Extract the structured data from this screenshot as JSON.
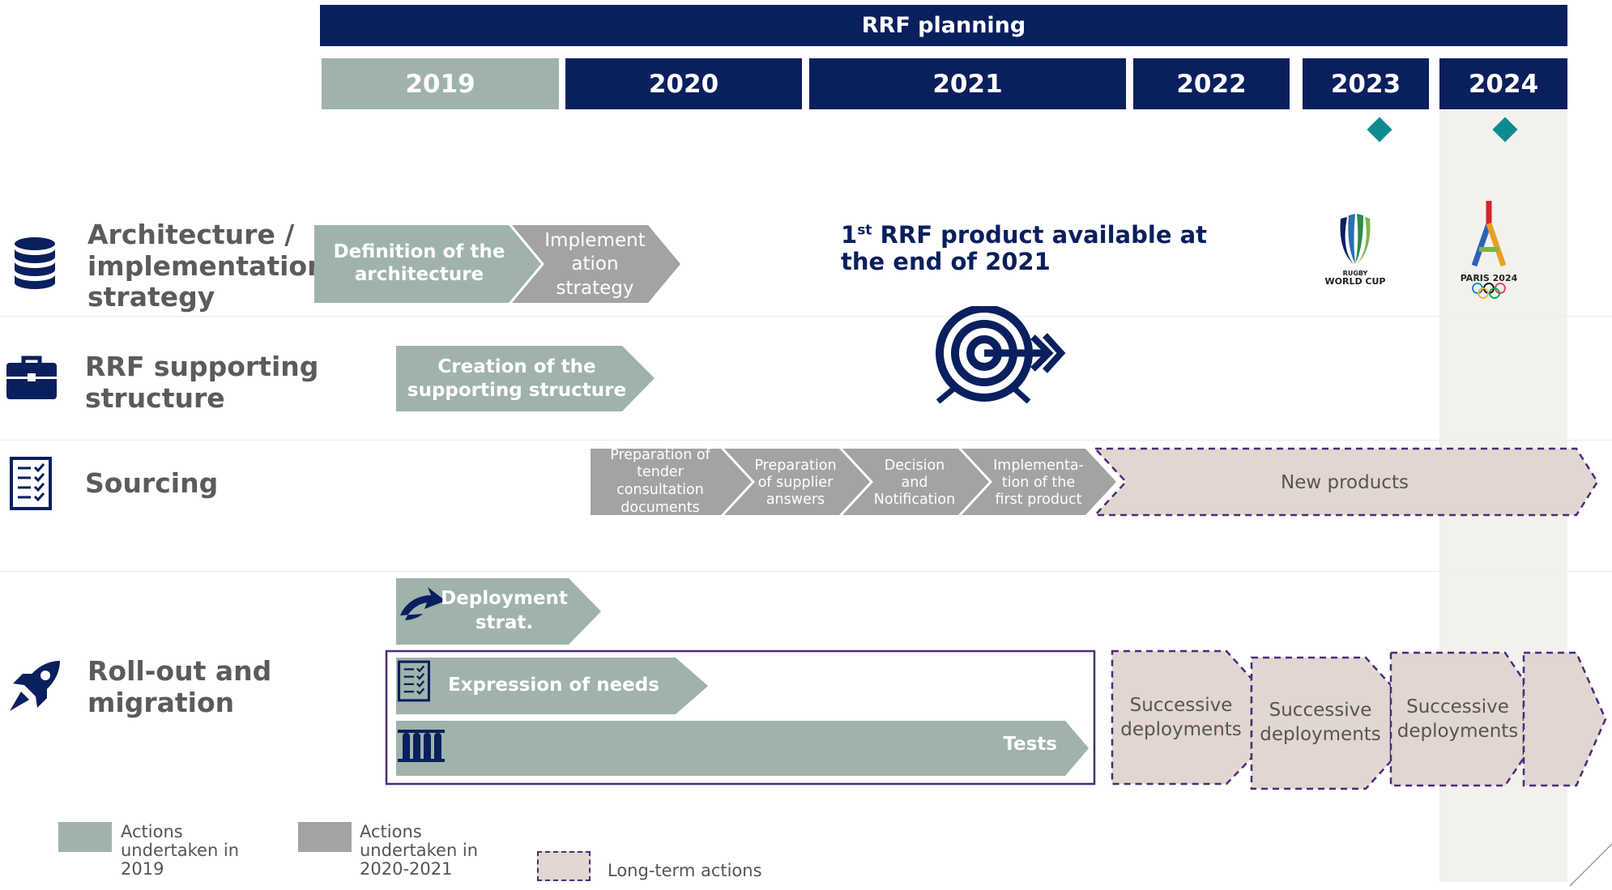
{
  "header": {
    "title": "RRF planning"
  },
  "years": [
    "2019",
    "2020",
    "2021",
    "2022",
    "2023",
    "2024"
  ],
  "rows": [
    {
      "title": "Architecture / implementation strategy",
      "icon": "database-icon"
    },
    {
      "title": "RRF supporting structure",
      "icon": "briefcase-icon"
    },
    {
      "title": "Sourcing",
      "icon": "checklist-icon"
    },
    {
      "title": "Roll-out and migration",
      "icon": "rocket-icon"
    }
  ],
  "bars": {
    "definition": "Definition of the architecture",
    "implement_strategy": "Implement ation strategy",
    "creation": "Creation of the supporting structure",
    "prep_tender": "Preparation of tender consultation documents",
    "prep_supplier": "Preparation of supplier answers",
    "decision": "Decision and Notification",
    "implementation_first": "Implementa- tion of the first product",
    "new_products": "New products",
    "deployment_strat": "Deployment strat.",
    "expression": "Expression of needs",
    "tests": "Tests",
    "successive_1": "Successive deployments",
    "successive_2": "Successive deployments",
    "successive_3": "Successive deployments"
  },
  "milestone": {
    "sup": "st",
    "prefix": "1",
    "text": " RRF product available at",
    "line2": "the end of 2021"
  },
  "logos": {
    "rugby": {
      "line1": "RUGBY",
      "line2": "WORLD CUP"
    },
    "paris": {
      "text": "PARIS 2024"
    }
  },
  "legend": [
    {
      "label": "Actions undertaken in 2019",
      "color": "#9fb3aa"
    },
    {
      "label": "Actions undertaken in 2020-2021",
      "color": "#a3a3a3"
    },
    {
      "label": "Long-term actions",
      "color": "#e3d6d0"
    }
  ],
  "colors": {
    "navy": "#0a1f5e",
    "green_grey": "#9fb3aa",
    "grey": "#a3a3a3",
    "pink": "#e3d6d0",
    "teal": "#0e8a91",
    "purple": "#4a2c7a"
  }
}
